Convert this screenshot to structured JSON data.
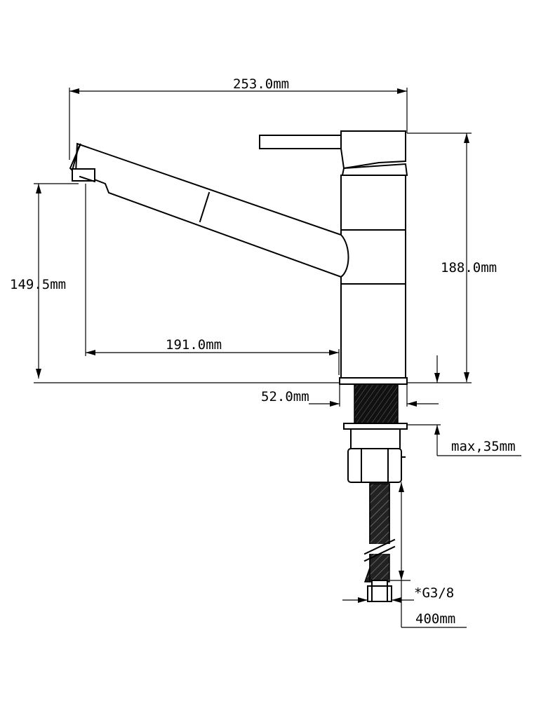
{
  "dimensions": {
    "total_length": "253.0mm",
    "total_height": "188.0mm",
    "spout_height": "149.5mm",
    "spout_reach": "191.0mm",
    "base_diameter": "52.0mm",
    "max_thickness": "max,35mm",
    "connection": "*G3/8",
    "hose_length": "400mm"
  },
  "colors": {
    "line": "#000000",
    "background": "#ffffff"
  }
}
